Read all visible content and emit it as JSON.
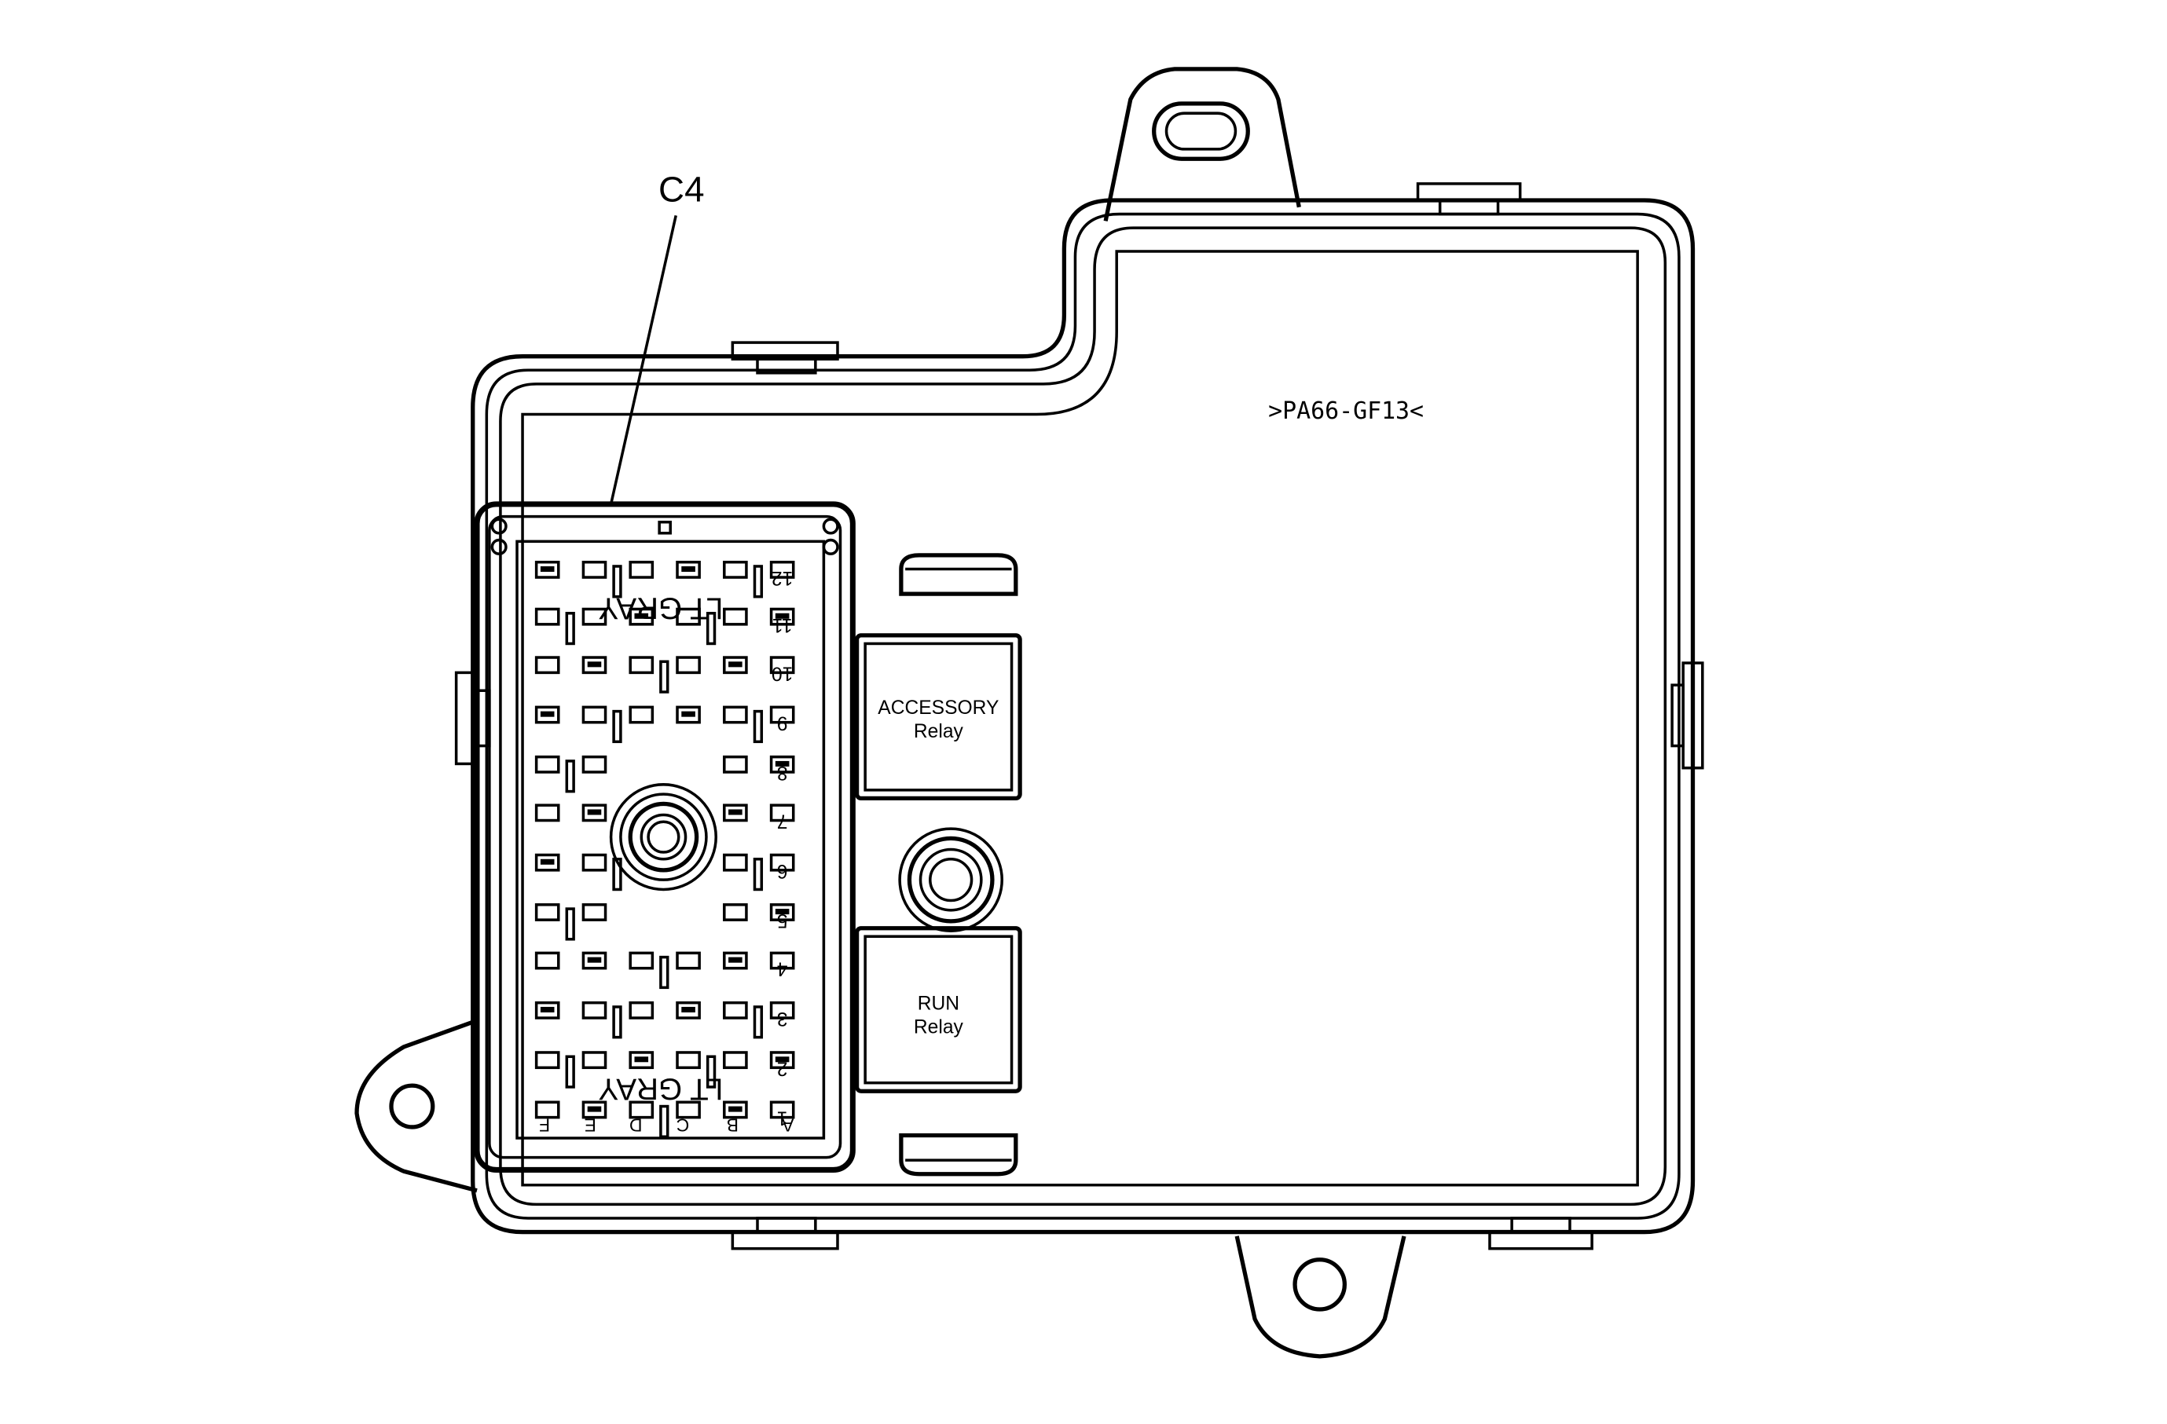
{
  "diagram": {
    "callout": "C4",
    "material_mark": ">PA66-GF13<",
    "relays": [
      {
        "line1": "ACCESSORY",
        "line2": "Relay"
      },
      {
        "line1": "RUN",
        "line2": "Relay"
      }
    ],
    "connector": {
      "color_label": "LT GRAY",
      "row_numbers": [
        "12",
        "11",
        "10",
        "9",
        "8",
        "7",
        "6",
        "5",
        "4",
        "3",
        "2",
        "1"
      ],
      "column_letters": [
        "A",
        "B",
        "C",
        "D",
        "E",
        "F"
      ]
    }
  },
  "colors": {
    "line": "#000000",
    "background": "#ffffff"
  }
}
